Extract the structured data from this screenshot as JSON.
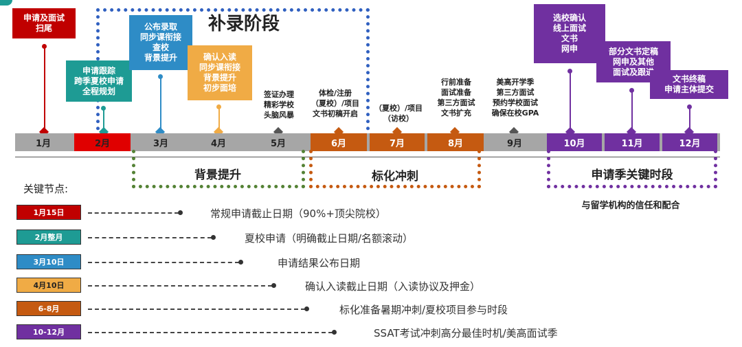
{
  "top_phase_title": "补录阶段",
  "callouts": {
    "c1": {
      "text": "申请及面试\n扫尾",
      "color": "#c00000"
    },
    "c2": {
      "text": "申请跟踪\n跨季夏校申请\n全程规划",
      "color": "#1e9b94"
    },
    "c3": {
      "text": "公布录取\n同步课衔接\n查校\n背景提升",
      "color": "#2e8cc6"
    },
    "c4": {
      "text": "确认入读\n同步课衔接\n背景提升\n初步面培",
      "color": "#f0ab45"
    },
    "c10": {
      "text": "选校确认\n线上面试\n文书\n网申",
      "color": "#7030a0"
    },
    "c11": {
      "text": "部分文书定稿\n网申及其他\n面试及跟进",
      "color": "#7030a0"
    },
    "c12": {
      "text": "文书终稿\n申请主体提交",
      "color": "#7030a0"
    }
  },
  "notes": {
    "n5": "签证办理\n精彩学校\n头脑风暴",
    "n6": "体检/注册\n（夏校）/项目\n文书初稿开启",
    "n7": "（夏校）/项目\n（访校）",
    "n8": "行前准备\n面试准备\n第三方面试\n文书扩充",
    "n9": "美高开学季\n第三方面试\n预约学校面试\n确保在校GPA"
  },
  "months": [
    "1月",
    "2月",
    "3月",
    "4月",
    "5月",
    "6月",
    "7月",
    "8月",
    "9月",
    "10月",
    "11月",
    "12月"
  ],
  "phases": {
    "background": "背景提升",
    "standardized": "标化冲刺",
    "application": "申请季关键时段",
    "application_note": "与留学机构的信任和配合"
  },
  "key_nodes_title": "关键节点:",
  "legend": [
    {
      "badge": "1月15日",
      "color": "#c00000",
      "text": "常规申请截止日期（90%+顶尖院校）"
    },
    {
      "badge": "2月整月",
      "color": "#1e9b94",
      "text": "夏校申请（明确截止日期/名额滚动）"
    },
    {
      "badge": "3月10日",
      "color": "#2e8cc6",
      "text": "申请结果公布日期"
    },
    {
      "badge": "4月10日",
      "color": "#f0ab45",
      "text": "确认入读截止日期（入读协议及押金）"
    },
    {
      "badge": "6-8月",
      "color": "#c55a11",
      "text": "标化准备暑期冲刺/夏校项目参与时段"
    },
    {
      "badge": "10-12月",
      "color": "#7030a0",
      "text": "SSAT考试冲刺高分最佳时机/美高面试季"
    }
  ],
  "colors": {
    "grey_month": "#a6a6a6",
    "red_month": "#e00000",
    "orange_month": "#c55a11",
    "purple_month": "#7030a0",
    "green_dash": "#548235",
    "blue_dash": "#3060c0"
  }
}
